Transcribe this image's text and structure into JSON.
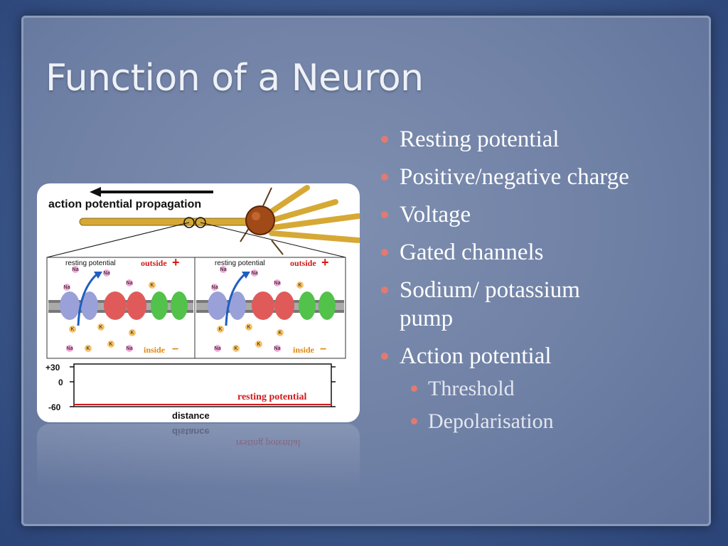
{
  "slide": {
    "title": "Function of a Neuron",
    "bullets": [
      "Resting potential",
      "Positive/negative charge",
      "Voltage",
      "Gated channels",
      "Sodium/ potassium pump",
      "Action potential"
    ],
    "sub_bullets": [
      "Threshold",
      "Depolarisation"
    ]
  },
  "figure": {
    "propagation_label": "action potential propagation",
    "panel_left": {
      "resting": "resting potential",
      "outside": "outside",
      "inside": "inside"
    },
    "panel_right": {
      "resting": "resting potential",
      "outside": "outside",
      "inside": "inside"
    },
    "outside_sign": "+",
    "inside_sign": "−",
    "ion_na": "Na",
    "ion_k": "K",
    "y_ticks": [
      "+30",
      "0",
      "-60"
    ],
    "trace_label": "resting potential",
    "x_label": "distance"
  },
  "colors": {
    "bullet_dot": "#e07a72",
    "title": "#eef1f7",
    "outside": "#d11a1a",
    "inside": "#e08a10",
    "trace": "#d11a1a"
  }
}
